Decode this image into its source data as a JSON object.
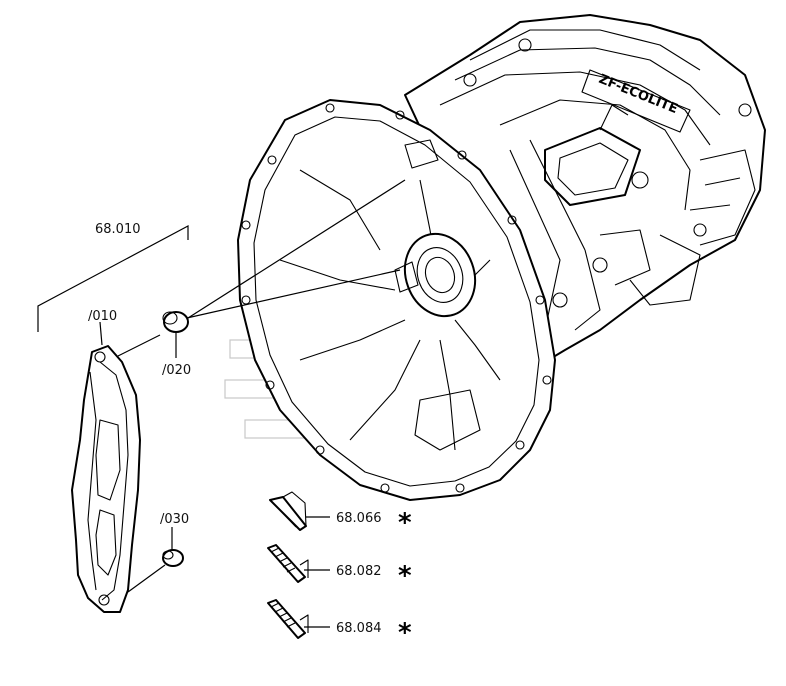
{
  "diagram": {
    "group_ref": "68.010",
    "callouts": [
      {
        "id": "part-010",
        "text": "/010"
      },
      {
        "id": "part-020",
        "text": "/020"
      },
      {
        "id": "part-030",
        "text": "/030"
      }
    ],
    "references": [
      {
        "id": "ref-68066",
        "text": "68.066",
        "mark": "*"
      },
      {
        "id": "ref-68082",
        "text": "68.082",
        "mark": "*"
      },
      {
        "id": "ref-68084",
        "text": "68.084",
        "mark": "*"
      }
    ],
    "housing_logo": "ZF-ECOLITE"
  }
}
